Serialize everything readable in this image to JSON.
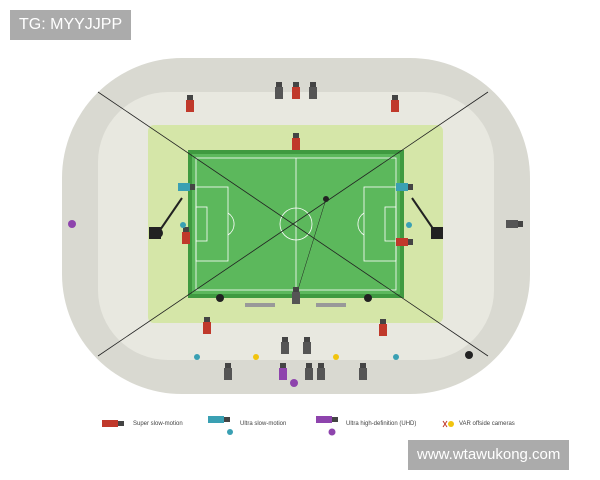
{
  "watermarks": {
    "top": "TG: MYYJJPP",
    "bottom": "www.wtawukong.com"
  },
  "legend": {
    "super_slow_motion": "Super slow-motion",
    "ultra_slow_motion": "Ultra slow-motion",
    "ultra_hd": "Ultra high-definition (UHD)",
    "var_offside": "VAR offside cameras"
  },
  "colors": {
    "stand_outer": "#d9d9d1",
    "stand_inner": "#e8e8e0",
    "apron": "#d5e6a8",
    "pitch": "#5cb85c",
    "pitch_border": "#3f9a40",
    "pitch_lines": "#ffffff",
    "super_slow": "#c0392b",
    "ultra_slow": "#3aa0b3",
    "uhd": "#8e44ad",
    "var_offside": "#f1c40f",
    "standard": "#444444"
  }
}
